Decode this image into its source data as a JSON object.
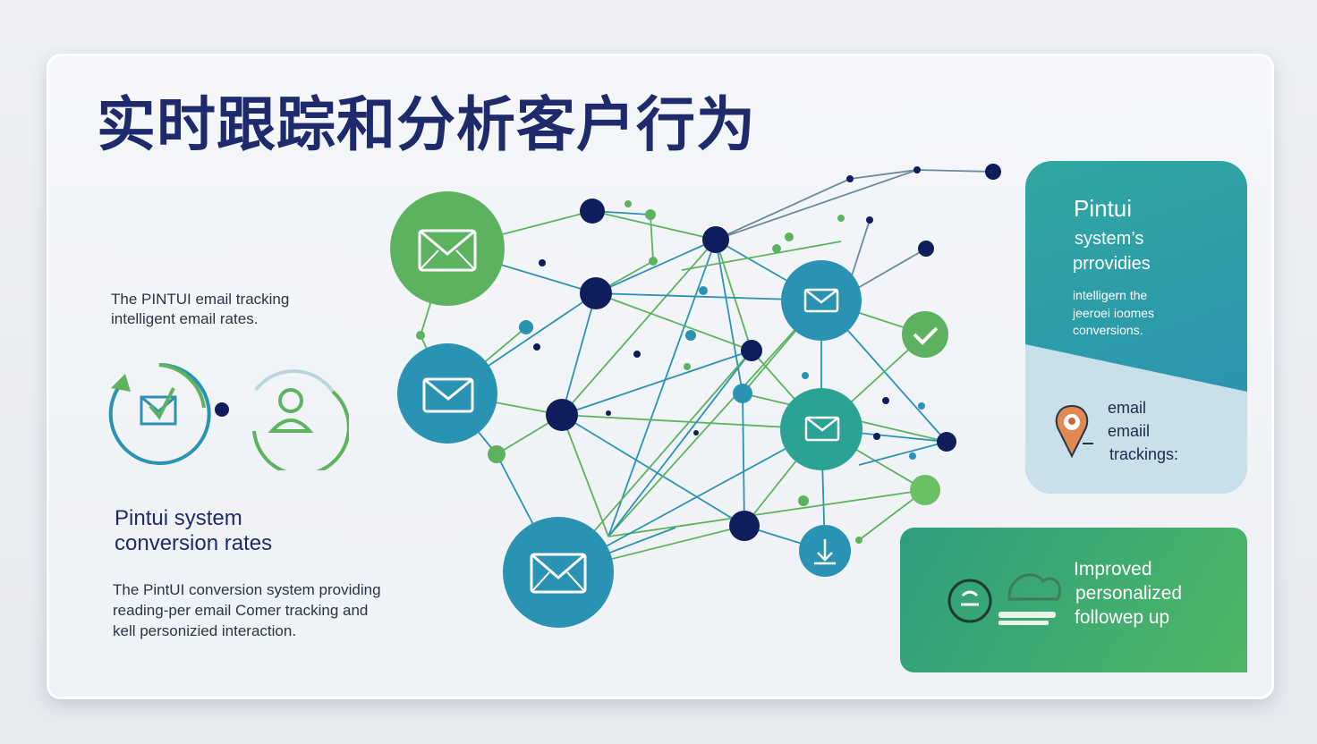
{
  "title": "实时跟踪和分析客户行为",
  "left": {
    "caption_line1": "The PINTUI  email tracking",
    "caption_line2": "intelligent email rates.",
    "subhead_line1": "Pintui system",
    "subhead_line2": "conversion rates",
    "body_line1": "The PintUI  conversion system providing",
    "body_line2": "reading-per email Comer tracking and",
    "body_line3": "kell personizied interaction."
  },
  "right_top": {
    "title": "Pintui",
    "line1": "system’s",
    "line2": "prrovidies",
    "small1": "intelligern the",
    "small2": "jeeroei ioomes",
    "small3": "conversions.",
    "label1": "email",
    "label2": "emaiil",
    "label3": "trackings:"
  },
  "right_bottom": {
    "line1": "Improved",
    "line2": "personalized",
    "line3": "followep up"
  },
  "icons": {
    "ring_left": "envelope-check-icon",
    "ring_right": "user-icon",
    "node_envelope": "envelope-icon",
    "node_check": "check-icon",
    "node_download": "download-icon",
    "location": "location-pin-icon",
    "followup": "followup-icon"
  },
  "colors": {
    "title": "#1e2a6b",
    "navy_node": "#0f1d5c",
    "teal_node": "#2a93b4",
    "green_node": "#5cb25f",
    "panel_teal": "#2fa7a0",
    "panel_green": "#4fb664"
  }
}
